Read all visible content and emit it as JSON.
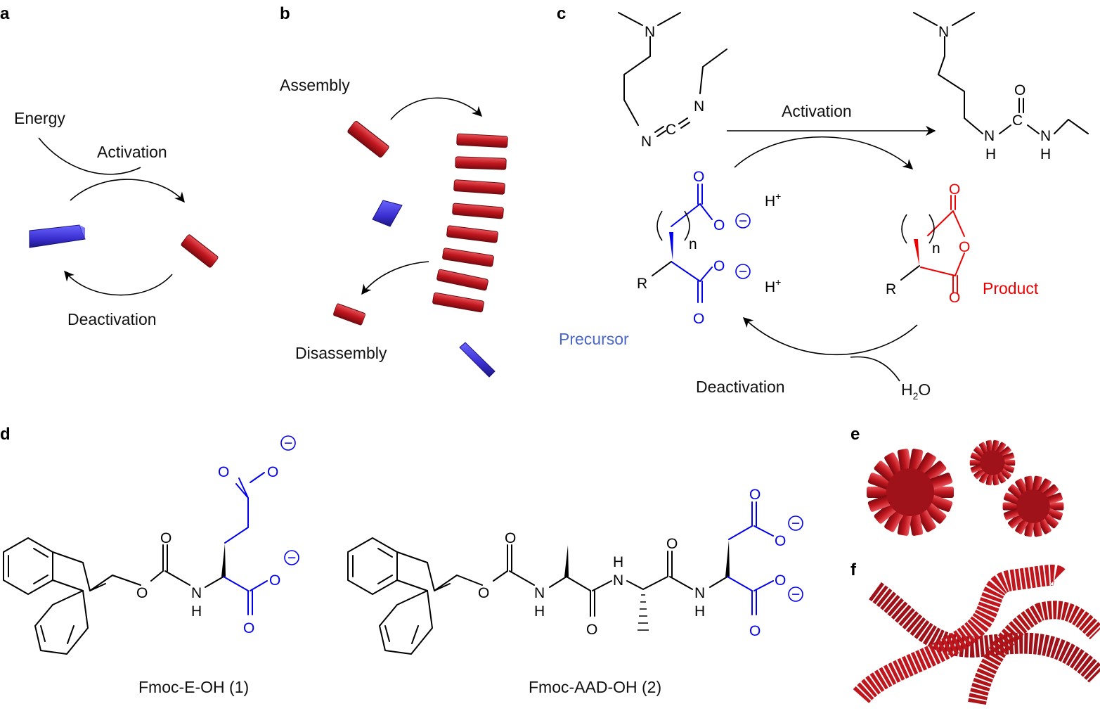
{
  "panels": {
    "a": "a",
    "b": "b",
    "c": "c",
    "d": "d",
    "e": "e",
    "f": "f"
  },
  "panel_a": {
    "energy": "Energy",
    "activation": "Activation",
    "deactivation": "Deactivation"
  },
  "panel_b": {
    "assembly": "Assembly",
    "disassembly": "Disassembly"
  },
  "panel_c": {
    "activation": "Activation",
    "deactivation": "Deactivation",
    "precursor": "Precursor",
    "product": "Product",
    "h_plus": "H",
    "plus": "+",
    "water_h": "H",
    "water_2": "2",
    "water_o": "O",
    "n": "n",
    "r": "R"
  },
  "panel_d": {
    "compound1": "Fmoc-E-OH (1)",
    "compound2": "Fmoc-AAD-OH (2)"
  },
  "atoms": {
    "N": "N",
    "C": "C",
    "O": "O",
    "H": "H",
    "minus": "−"
  },
  "colors": {
    "anion": "#0000ee",
    "anhydride": "#ee0000",
    "precursor_label": "#4a67c4",
    "fiber_red": "#c0161e",
    "inactive_blue": "#3a2fd0"
  }
}
